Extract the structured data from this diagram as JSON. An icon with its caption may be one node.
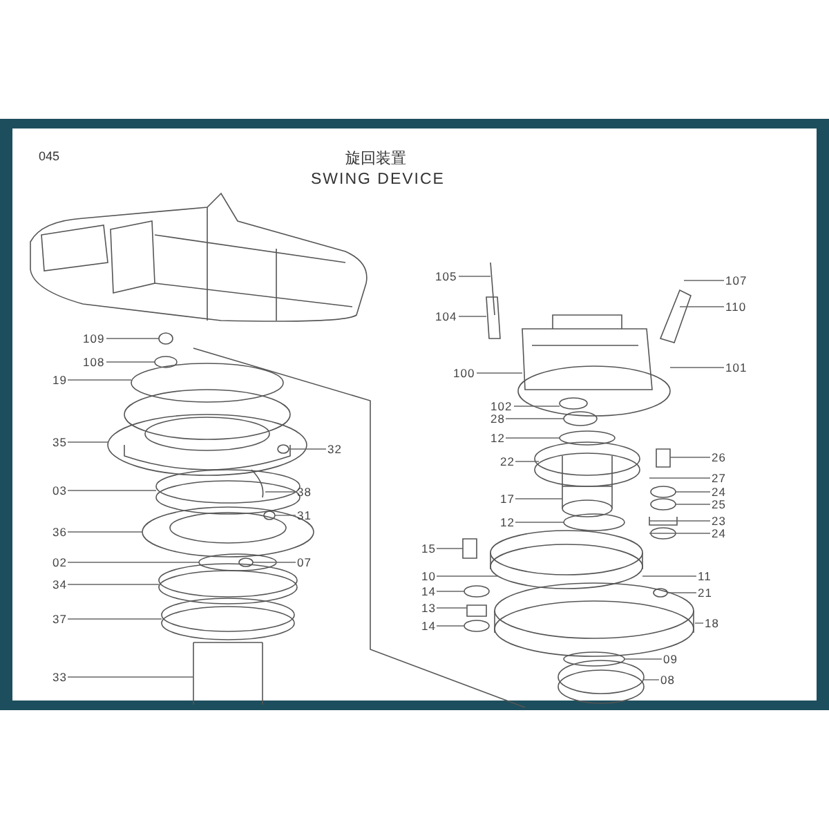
{
  "diagram": {
    "title": "旋回装置",
    "nodes": [
      {
        "text": [
          "105"
        ]
      },
      {
        "text": [
          "107"
        ]
      },
      {
        "text": [
          "104"
        ]
      },
      {
        "text": [
          "110"
        ]
      },
      {
        "text": [
          "109"
        ]
      },
      {
        "text": [
          "108"
        ]
      },
      {
        "text": [
          "101"
        ]
      },
      {
        "text": [
          "100"
        ]
      },
      {
        "text": [
          "19"
        ]
      },
      {
        "text": [
          "102"
        ]
      },
      {
        "text": [
          "28"
        ]
      },
      {
        "text": [
          "12"
        ]
      },
      {
        "text": [
          "35"
        ]
      },
      {
        "text": [
          "32"
        ]
      },
      {
        "text": [
          "26"
        ]
      },
      {
        "text": [
          "22"
        ]
      },
      {
        "text": [
          "27"
        ]
      },
      {
        "text": [
          "03"
        ]
      },
      {
        "text": [
          "38"
        ]
      },
      {
        "text": [
          "24"
        ]
      },
      {
        "text": [
          "17"
        ]
      },
      {
        "text": [
          "25"
        ]
      },
      {
        "text": [
          "31"
        ]
      },
      {
        "text": [
          "12"
        ]
      },
      {
        "text": [
          "23"
        ]
      },
      {
        "text": [
          "36"
        ]
      },
      {
        "text": [
          "24"
        ]
      },
      {
        "text": [
          "15"
        ]
      },
      {
        "text": [
          "11"
        ]
      },
      {
        "text": [
          "02"
        ]
      },
      {
        "text": [
          "07"
        ]
      },
      {
        "text": [
          "10"
        ]
      },
      {
        "text": [
          "34"
        ]
      },
      {
        "text": [
          "21"
        ]
      },
      {
        "text": [
          "14"
        ]
      },
      {
        "text": [
          "13"
        ]
      },
      {
        "text": [
          "37"
        ]
      },
      {
        "text": [
          "18"
        ]
      },
      {
        "text": [
          "14"
        ]
      },
      {
        "text": [
          "09"
        ]
      },
      {
        "text": [
          "33"
        ]
      },
      {
        "text": [
          "08"
        ]
      }
    ],
    "edges": [
      {
        "from": 0,
        "to": null,
        "arrow": "none"
      },
      {
        "from": 1,
        "to": null,
        "arrow": "none"
      },
      {
        "from": 2,
        "to": null,
        "arrow": "none"
      },
      {
        "from": 3,
        "to": null,
        "arrow": "none"
      },
      {
        "from": 4,
        "to": null,
        "arrow": "none"
      },
      {
        "from": 5,
        "to": null,
        "arrow": "none"
      },
      {
        "from": 6,
        "to": null,
        "arrow": "none"
      },
      {
        "from": 7,
        "to": null,
        "arrow": "none"
      },
      {
        "from": 8,
        "to": null,
        "arrow": "none"
      },
      {
        "from": 9,
        "to": null,
        "arrow": "none"
      },
      {
        "from": 10,
        "to": null,
        "arrow": "none"
      },
      {
        "from": 11,
        "to": null,
        "arrow": "none"
      },
      {
        "from": 12,
        "to": null,
        "arrow": "none"
      },
      {
        "from": 13,
        "to": null,
        "arrow": "none"
      },
      {
        "from": 14,
        "to": null,
        "arrow": "none"
      },
      {
        "from": 15,
        "to": null,
        "arrow": "none"
      },
      {
        "from": 16,
        "to": null,
        "arrow": "none"
      },
      {
        "from": 17,
        "to": null,
        "arrow": "none"
      },
      {
        "from": 18,
        "to": null,
        "arrow": "none"
      },
      {
        "from": 19,
        "to": null,
        "arrow": "none"
      },
      {
        "from": 20,
        "to": null,
        "arrow": "none"
      },
      {
        "from": 21,
        "to": null,
        "arrow": "none"
      },
      {
        "from": 22,
        "to": null,
        "arrow": "none"
      },
      {
        "from": 23,
        "to": null,
        "arrow": "none"
      },
      {
        "from": 24,
        "to": null,
        "arrow": "none"
      },
      {
        "from": 25,
        "to": null,
        "arrow": "none"
      },
      {
        "from": 26,
        "to": null,
        "arrow": "none"
      },
      {
        "from": 27,
        "to": null,
        "arrow": "none"
      },
      {
        "from": 28,
        "to": null,
        "arrow": "none"
      },
      {
        "from": 29,
        "to": null,
        "arrow": "none"
      },
      {
        "from": 30,
        "to": null,
        "arrow": "none"
      },
      {
        "from": 31,
        "to": null,
        "arrow": "none"
      },
      {
        "from": 32,
        "to": null,
        "arrow": "none"
      },
      {
        "from": 33,
        "to": null,
        "arrow": "none"
      },
      {
        "from": 34,
        "to": null,
        "arrow": "none"
      },
      {
        "from": 35,
        "to": null,
        "arrow": "none"
      },
      {
        "from": 36,
        "to": null,
        "arrow": "none"
      },
      {
        "from": 37,
        "to": null,
        "arrow": "none"
      },
      {
        "from": 38,
        "to": null,
        "arrow": "none"
      },
      {
        "from": 39,
        "to": null,
        "arrow": "none"
      },
      {
        "from": 40,
        "to": null,
        "arrow": "none"
      },
      {
        "from": 41,
        "to": null,
        "arrow": "none"
      }
    ],
    "labels": [
      "045",
      "SWING DEVICE"
    ]
  }
}
